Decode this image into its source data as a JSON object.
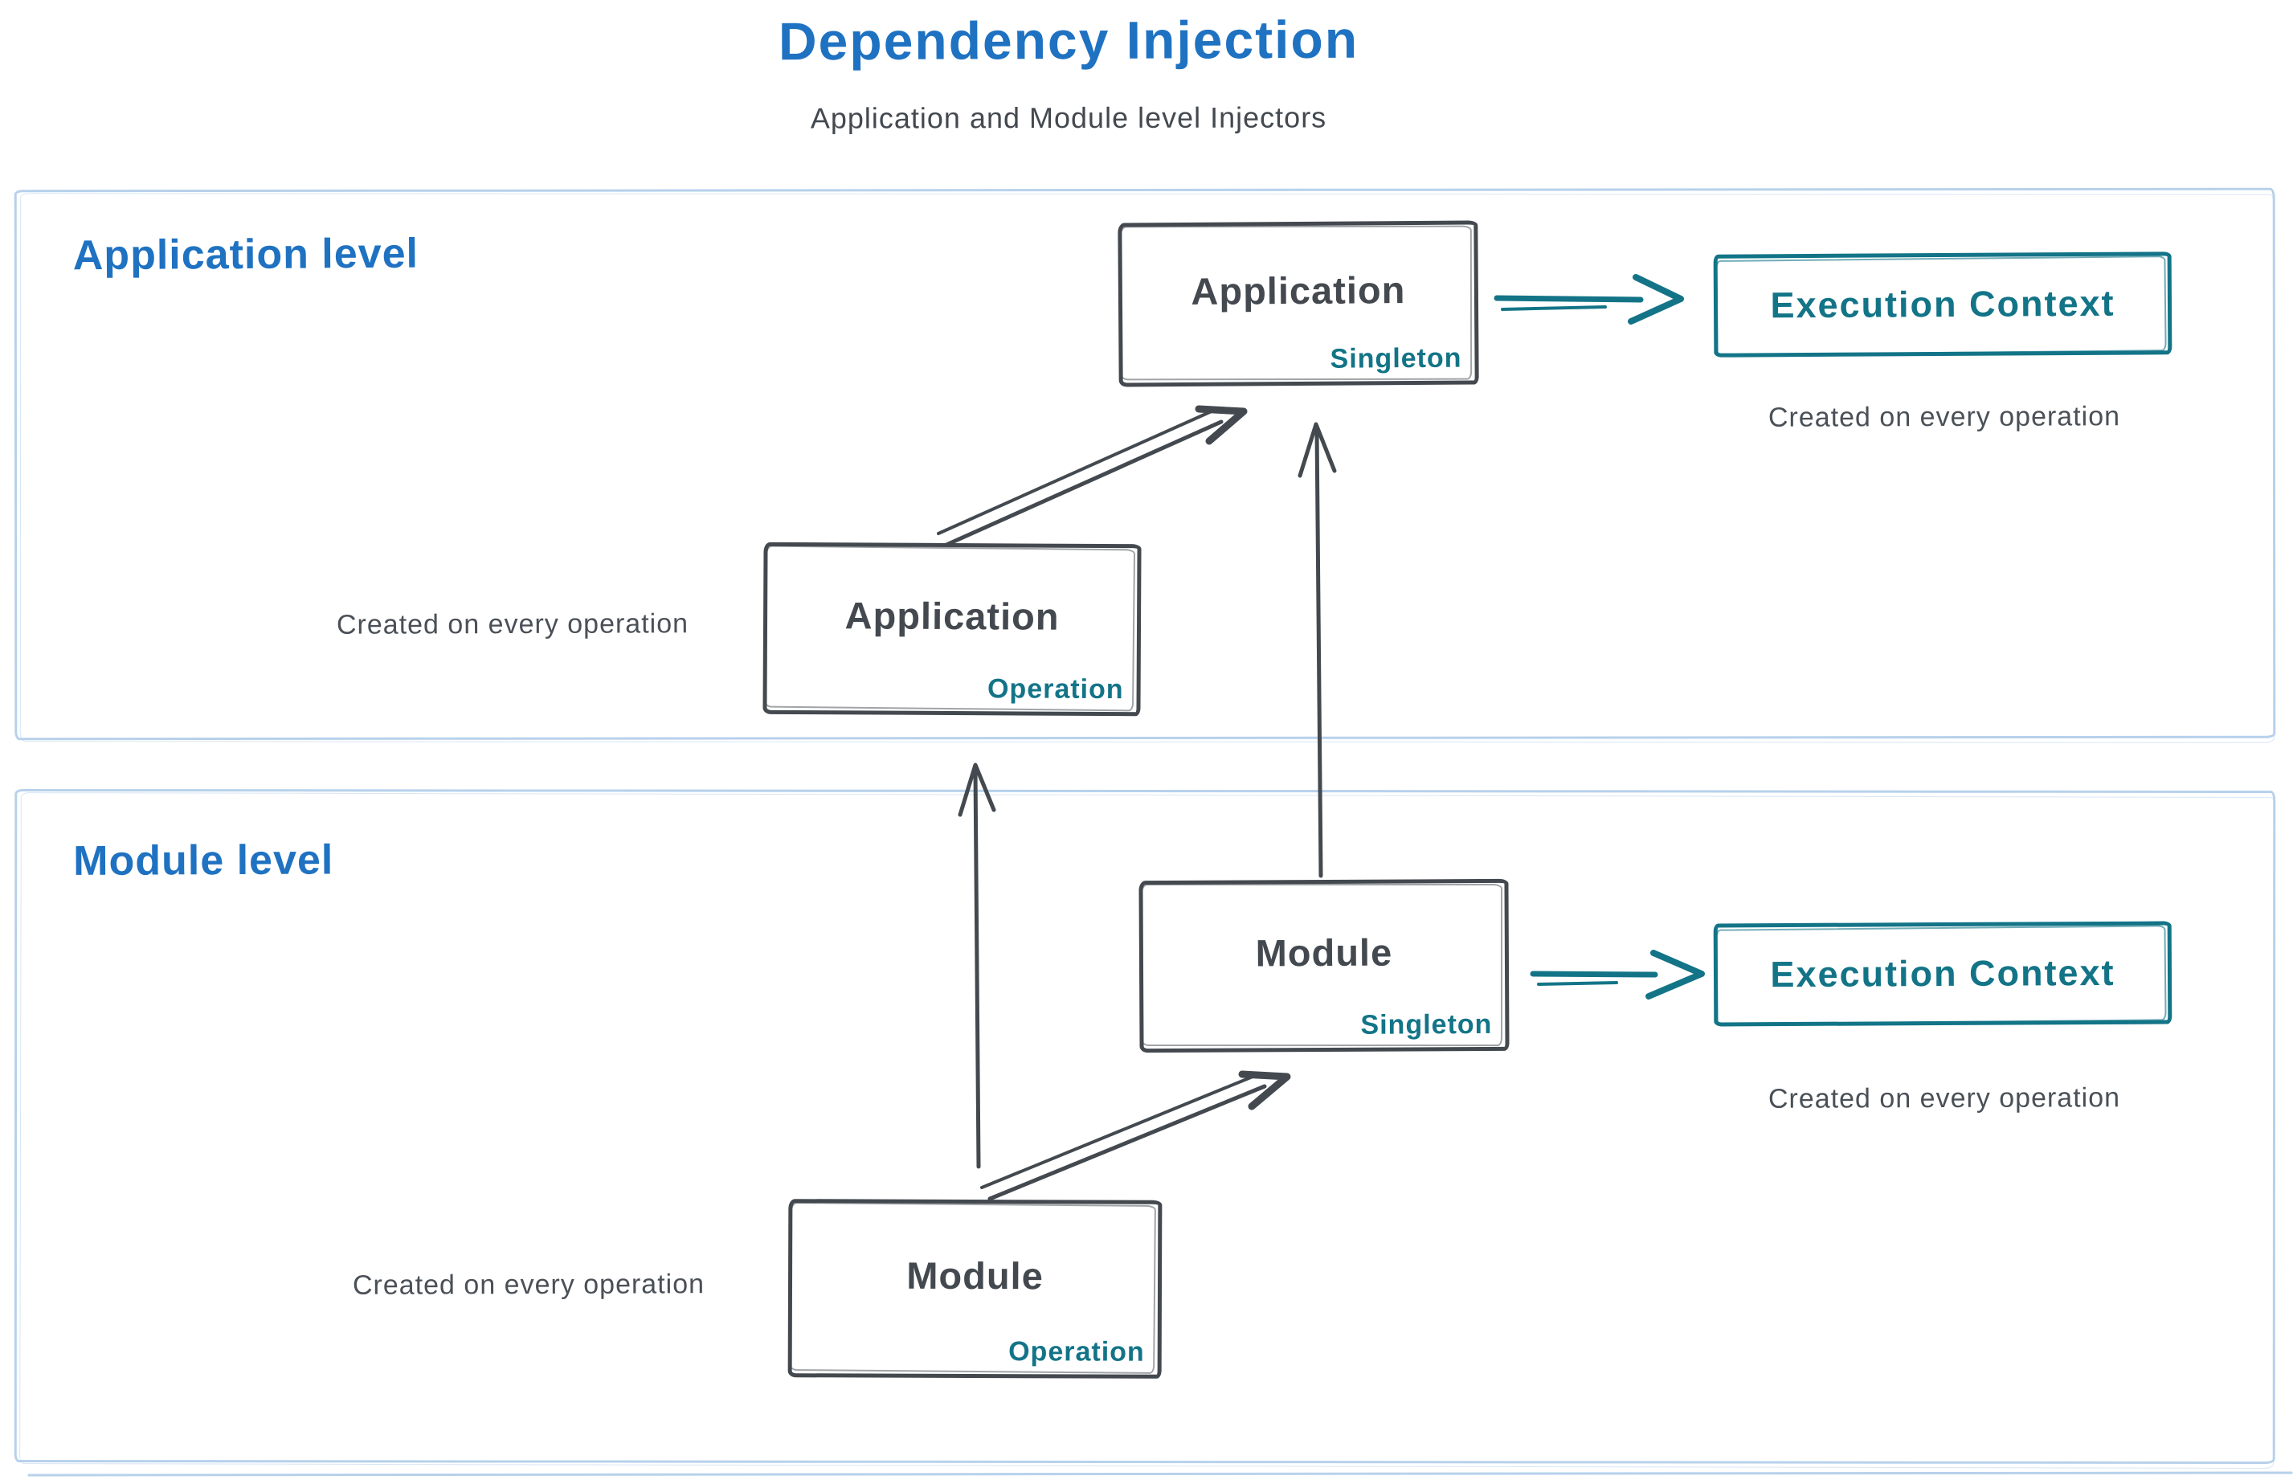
{
  "title": "Dependency Injection",
  "subtitle": "Application and Module level Injectors",
  "colors": {
    "accent_blue": "#1f72c1",
    "ink_dark": "#43494f",
    "accent_teal": "#137487",
    "frame_blue": "#b7d1eb",
    "caption_gray": "#4a5057"
  },
  "sections": {
    "application": {
      "label": "Application level"
    },
    "module": {
      "label": "Module level"
    }
  },
  "nodes": {
    "app_singleton": {
      "title": "Application",
      "badge": "Singleton"
    },
    "app_operation": {
      "title": "Application",
      "badge": "Operation"
    },
    "module_singleton": {
      "title": "Module",
      "badge": "Singleton"
    },
    "module_operation": {
      "title": "Module",
      "badge": "Operation"
    },
    "app_execution_context": {
      "label": "Execution Context",
      "caption": "Created on every operation"
    },
    "module_execution_context": {
      "label": "Execution Context",
      "caption": "Created on every operation"
    }
  },
  "captions": {
    "app_operation": "Created on every operation",
    "module_operation": "Created on every operation"
  }
}
